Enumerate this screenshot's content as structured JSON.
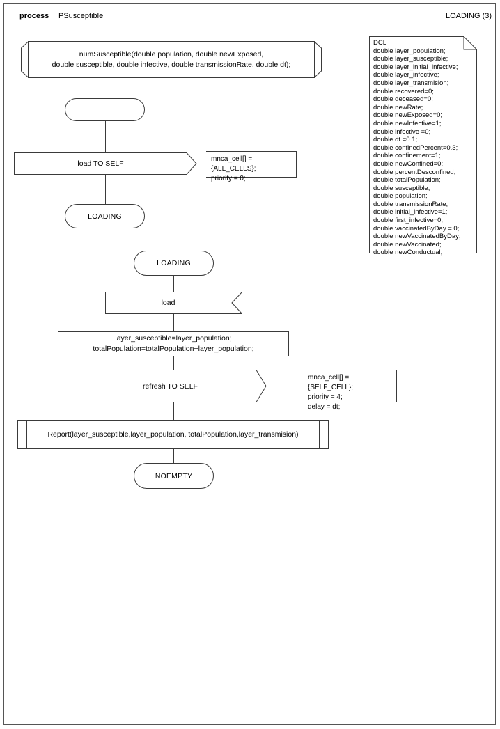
{
  "header": {
    "keyword": "process",
    "process_name": "PSusceptible",
    "page_label": "LOADING (3)"
  },
  "declaration": {
    "text": "numSusceptible(double population, double newExposed,\ndouble susceptible, double infective, double transmissionRate, double dt);"
  },
  "dcl_block": {
    "title": "DCL",
    "text": "DCL\ndouble layer_population;\ndouble layer_susceptible;\ndouble layer_initial_infective;\ndouble layer_infective;\ndouble layer_transmision;\ndouble recovered=0;\ndouble deceased=0;\ndouble newRate;\ndouble newExposed=0;\ndouble newInfective=1;\ndouble infective =0;\ndouble dt =0.1;\ndouble confinedPercent=0.3;\ndouble confinement=1;\ndouble newConfined=0;\ndouble percentDesconfined;\ndouble totalPopulation;\ndouble susceptible;\ndouble population;\ndouble transmissionRate;\ndouble initial_infective=1;\ndouble first_infective=0;\ndouble vaccinatedByDay = 0;\ndouble newVaccinatedByDay;\ndouble newVaccinated;\ndouble newConductual;",
    "declarations": [
      "double layer_population;",
      "double layer_susceptible;",
      "double layer_initial_infective;",
      "double layer_infective;",
      "double layer_transmision;",
      "double recovered=0;",
      "double deceased=0;",
      "double newRate;",
      "double newExposed=0;",
      "double newInfective=1;",
      "double infective =0;",
      "double dt =0.1;",
      "double confinedPercent=0.3;",
      "double confinement=1;",
      "double newConfined=0;",
      "double percentDesconfined;",
      "double totalPopulation;",
      "double susceptible;",
      "double population;",
      "double transmissionRate;",
      "double initial_infective=1;",
      "double first_infective=0;",
      "double vaccinatedByDay = 0;",
      "double newVaccinatedByDay;",
      "double newVaccinated;",
      "double newConductual;"
    ]
  },
  "branch_start": {
    "start_symbol_label": "",
    "output_load": "load TO SELF",
    "output_load_comment": "mnca_cell[] = {ALL_CELLS};\npriority = 0;",
    "nextstate": "LOADING"
  },
  "branch_loading": {
    "state": "LOADING",
    "input": "load",
    "task": "layer_susceptible=layer_population;\ntotalPopulation=totalPopulation+layer_population;",
    "output_refresh": "refresh TO SELF",
    "output_refresh_comment": "mnca_cell[] = {SELF_CELL};\npriority = 4;\ndelay = dt;",
    "procedure_call": "Report(layer_susceptible,layer_population, totalPopulation,layer_transmision)",
    "nextstate": "NOEMPTY"
  },
  "colors": {
    "stroke": "#3a3a3a",
    "page_border": "#555555",
    "background": "#ffffff",
    "text": "#000000"
  }
}
